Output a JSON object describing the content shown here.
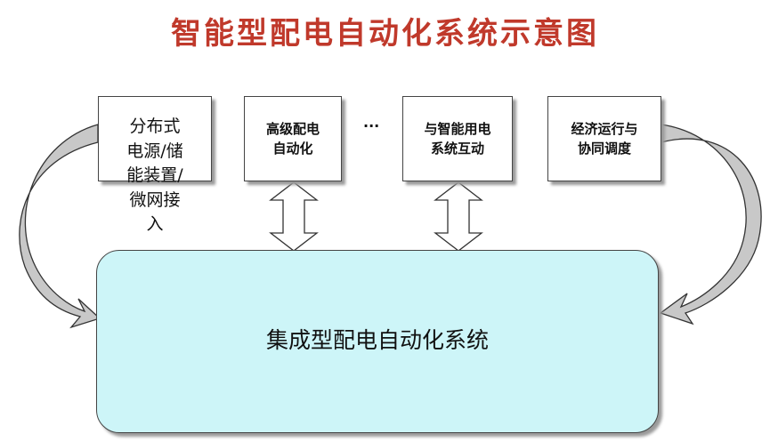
{
  "title": "智能型配电自动化系统示意图",
  "top_boxes": [
    {
      "lines": [
        "分布式",
        "电源/储",
        "能装置/",
        "微网接",
        "入"
      ]
    },
    {
      "lines": [
        "高级配电",
        "自动化"
      ]
    },
    {
      "lines": [
        "与智能用电",
        "系统互动"
      ]
    },
    {
      "lines": [
        "经济运行与",
        "协同调度"
      ]
    }
  ],
  "ellipsis": "···",
  "main_box": {
    "label": "集成型配电自动化系统"
  },
  "colors": {
    "title": "#c0392b",
    "main_fill": "#cdf5f8",
    "arrow_fill": "#c8c8c8",
    "border": "#444444"
  }
}
